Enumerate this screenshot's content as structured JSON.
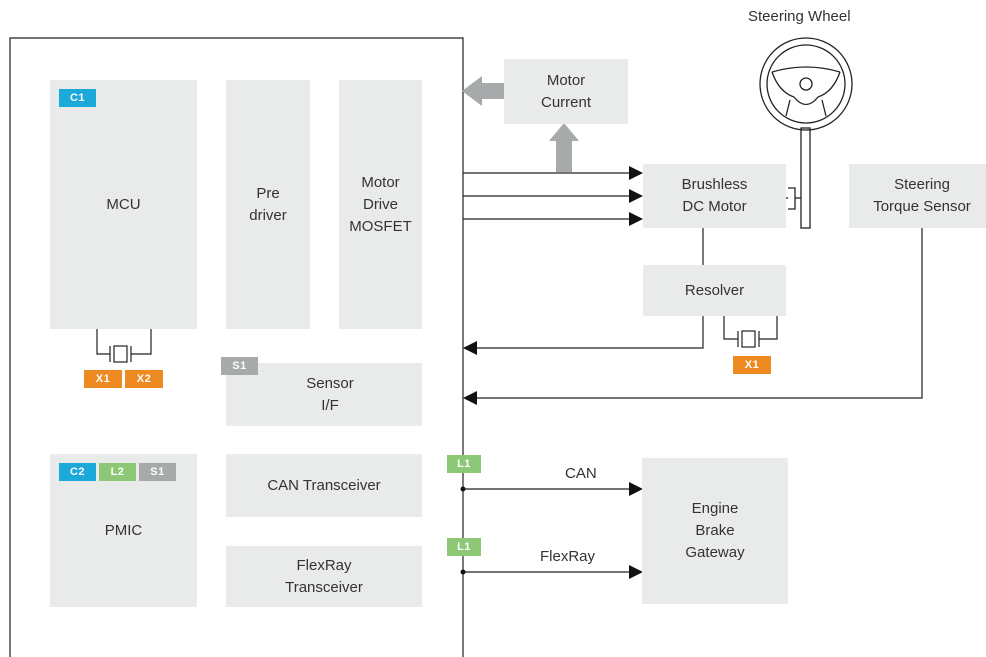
{
  "ecu_blocks": {
    "mcu": "MCU",
    "pre_driver": "Pre\ndriver",
    "motor_drive": "Motor\nDrive\nMOSFET",
    "sensor_if": "Sensor\nI/F",
    "pmic": "PMIC",
    "can_transceiver": "CAN Transceiver",
    "flexray_transceiver": "FlexRay\nTransceiver"
  },
  "external_blocks": {
    "motor_current": "Motor\nCurrent",
    "brushless_motor": "Brushless\nDC Motor",
    "torque_sensor": "Steering\nTorque Sensor",
    "resolver": "Resolver",
    "gateway": "Engine\nBrake\nGateway"
  },
  "labels": {
    "steering_wheel": "Steering Wheel",
    "can": "CAN",
    "flexray": "FlexRay"
  },
  "badges": {
    "mcu_c1": "C1",
    "mcu_x1": "X1",
    "mcu_x2": "X2",
    "sensor_s1": "S1",
    "pmic_c2": "C2",
    "pmic_l2": "L2",
    "pmic_s1": "S1",
    "can_l1": "L1",
    "flexray_l1": "L1",
    "resolver_x1": "X1"
  },
  "colors": {
    "block_fill": "#e9ebeb",
    "badge_cyan": "#1aa9d9",
    "badge_green": "#8dc877",
    "badge_gray": "#a7aaab",
    "badge_orange": "#ee8a22"
  }
}
